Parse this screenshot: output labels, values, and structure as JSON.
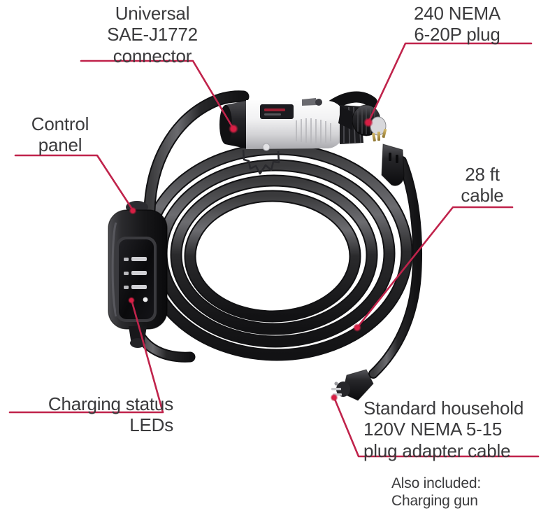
{
  "diagram": {
    "title": "EV charging cable product callout diagram",
    "background_color": "#ffffff",
    "text_color": "#3b3b3d",
    "leader_color": "#c0234b",
    "cable_color": "#1d1d1f",
    "connector_color": "#e9e9ea"
  },
  "labels": {
    "j1772": "Universal\nSAE-J1772\nconnector",
    "nema_620p": "240 NEMA\n6-20P plug",
    "control_panel": "Control\npanel",
    "cable_length": "28 ft\ncable",
    "status_leds": "Charging status\nLEDs",
    "nema_515": "Standard household\n120V NEMA 5-15\nplug adapter cable",
    "also_included": "Also included:\nCharging gun"
  },
  "parts": [
    {
      "id": "j1772-connector",
      "name": "Universal SAE-J1772 connector"
    },
    {
      "id": "nema-6-20p-plug",
      "name": "240 NEMA 6-20P plug"
    },
    {
      "id": "control-panel",
      "name": "Control panel"
    },
    {
      "id": "charging-cable",
      "name": "28 ft cable"
    },
    {
      "id": "status-leds",
      "name": "Charging status LEDs"
    },
    {
      "id": "nema-5-15-adapter",
      "name": "Standard household 120V NEMA 5-15 plug adapter cable"
    }
  ]
}
